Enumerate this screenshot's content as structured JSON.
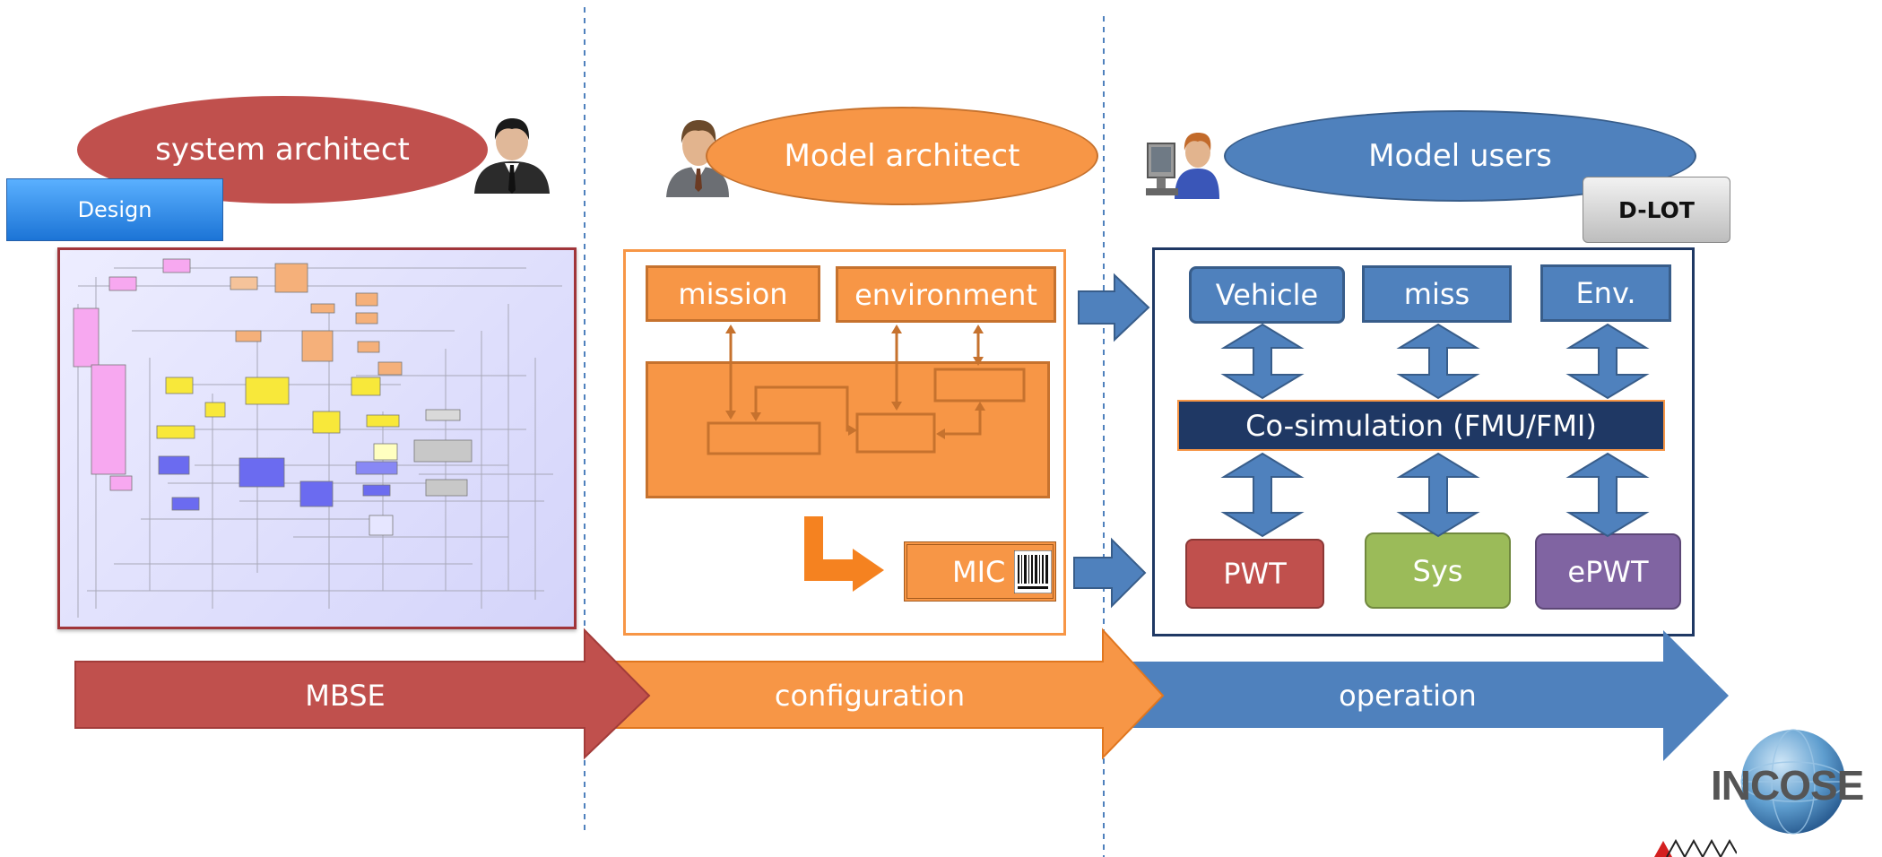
{
  "roles": {
    "system_architect": "system architect",
    "model_architect": "Model architect",
    "model_users": "Model users"
  },
  "design_button": "Design",
  "dlot_button": "D-LOT",
  "config_boxes": {
    "mission": "mission",
    "environment": "environment",
    "mic": "MIC"
  },
  "operation_boxes": {
    "vehicle": "Vehicle",
    "miss": "miss",
    "env": "Env.",
    "cosim": "Co-simulation (FMU/FMI)",
    "pwt": "PWT",
    "sys": "Sys",
    "epwt": "ePWT"
  },
  "phases": {
    "mbse": "MBSE",
    "configuration": "configuration",
    "operation": "operation"
  },
  "logo": "INCOSE",
  "colors": {
    "red": "#c0504d",
    "orange": "#f79646",
    "blue": "#4f81bd",
    "navy": "#1f3864",
    "green": "#9bbb59",
    "purple": "#8064a2",
    "design_blue": "#2e8ce6"
  },
  "icons": [
    "person-icon",
    "businessman-icon",
    "computer-user-icon",
    "barcode-icon",
    "globe-icon"
  ]
}
